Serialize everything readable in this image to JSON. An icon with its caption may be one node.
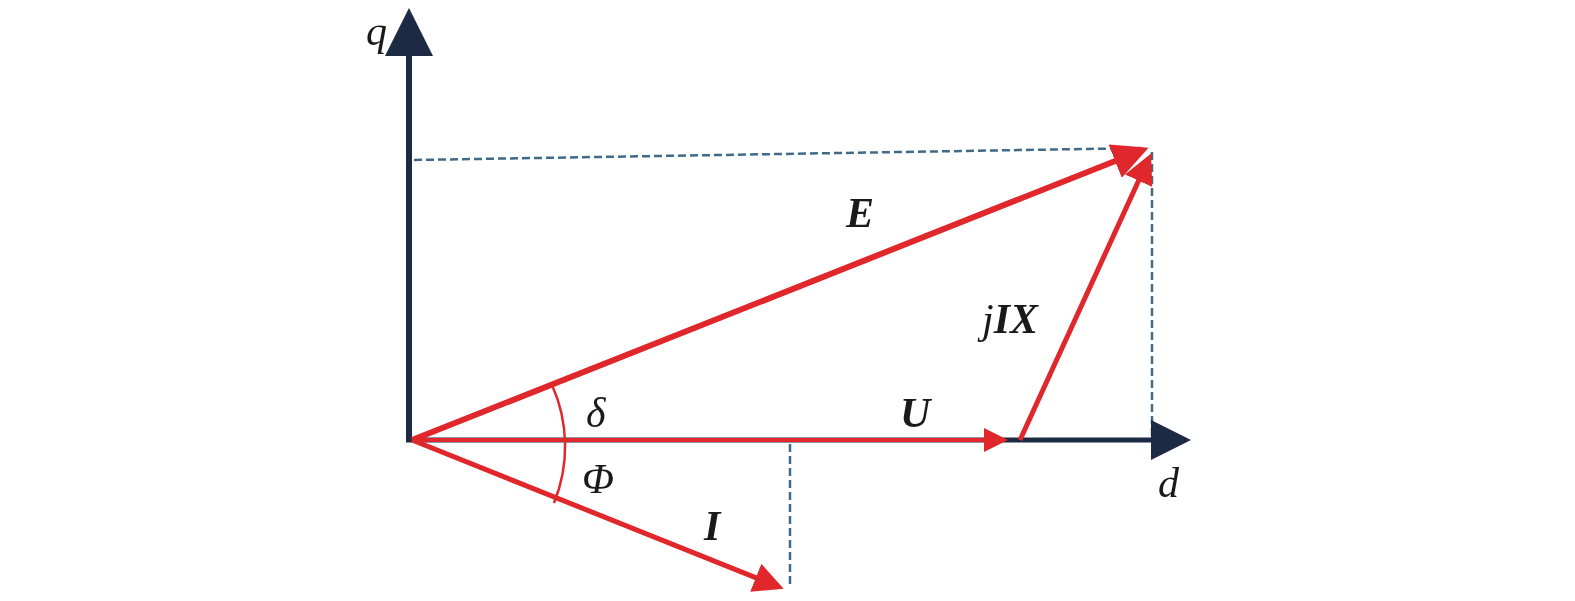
{
  "diagram": {
    "labels": [
      "q",
      "d",
      "E",
      "j**IX**",
      "U",
      "δ",
      "Φ",
      "I"
    ]
  }
}
